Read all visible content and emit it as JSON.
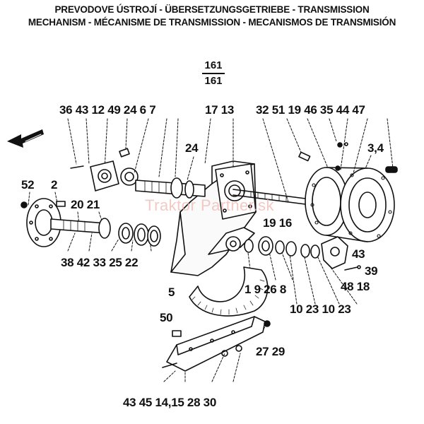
{
  "title": {
    "line1": "PREVODOVE ÚSTROJÍ - ÜBERSETZUNGSGETRIEBE - TRANSMISSION",
    "line2": "MECHANISM - MÉCANISME DE TRANSMISSION - MECANISMOS DE TRANSMISIÓN"
  },
  "page_ref": {
    "top": "161",
    "bottom": "161"
  },
  "watermark": "Traktor Partner.sk",
  "callouts": {
    "top_left_group": "36 43 12 49 24 6 7",
    "top_mid_group": "17 13",
    "top_right_group": "32   51 19 46 35 44 47",
    "c24_mid": "24",
    "c34": "3,4",
    "c52": "52",
    "c2": "2",
    "c20_21": "20 21",
    "c19_16": "19 16",
    "c43_right": "43",
    "c39": "39",
    "c48_18": "48 18",
    "bottom_left_group": "38 42 33 25 22",
    "c5": "5",
    "c1_9_26_8": "1 9 26 8",
    "c10_23_10_23": "10 23 10 23",
    "c50": "50",
    "c27_29": "27 29",
    "bottom_group": "43 45 14,15 28 30"
  }
}
